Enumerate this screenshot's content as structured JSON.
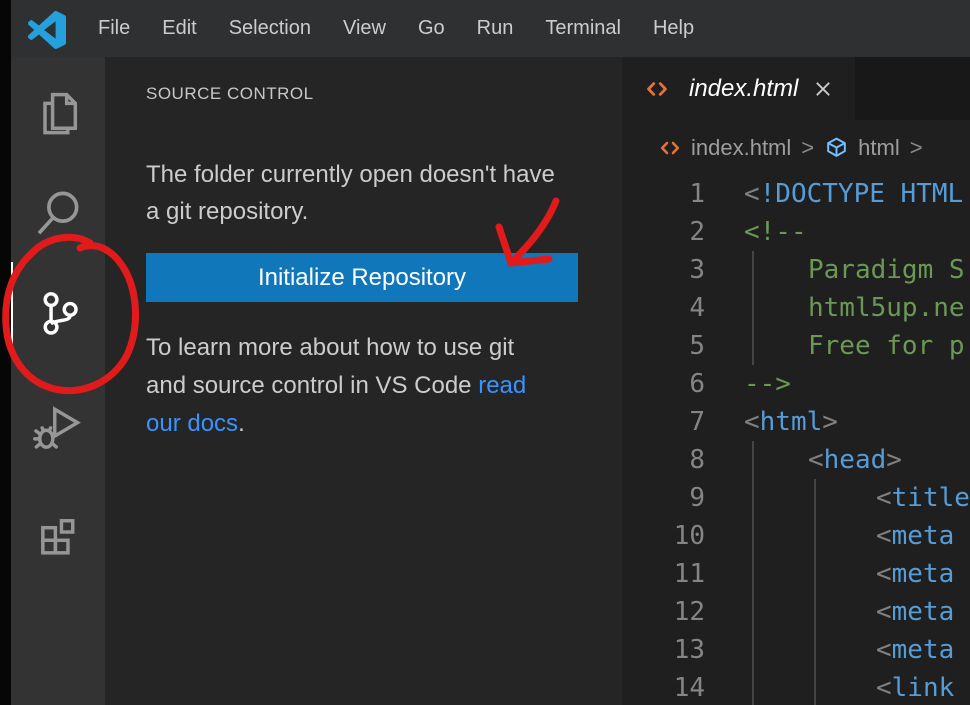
{
  "menu_bar": {
    "items": [
      "File",
      "Edit",
      "Selection",
      "View",
      "Go",
      "Run",
      "Terminal",
      "Help"
    ]
  },
  "activity_bar": {
    "items": [
      "explorer",
      "search",
      "source-control",
      "run-and-debug",
      "extensions"
    ],
    "active_item": "source-control"
  },
  "sidebar": {
    "title": "SOURCE CONTROL",
    "message": "The folder currently open doesn't have a git repository.",
    "init_button_label": "Initialize Repository",
    "docs_text_before": "To learn more about how to use git and source control in VS Code ",
    "docs_link_text": "read our docs",
    "docs_text_after": "."
  },
  "editor": {
    "tab": {
      "label": "index.html"
    },
    "breadcrumb": {
      "file": "index.html",
      "element": "html",
      "separator": ">"
    },
    "code": {
      "lines": [
        {
          "n": "1",
          "indent": 0,
          "tokens": [
            {
              "c": "punct",
              "t": "<"
            },
            {
              "c": "tag",
              "t": "!DOCTYPE HTML"
            }
          ]
        },
        {
          "n": "2",
          "indent": 0,
          "tokens": [
            {
              "c": "comment",
              "t": "<!--"
            }
          ]
        },
        {
          "n": "3",
          "indent": 1,
          "tokens": [
            {
              "c": "comment",
              "t": "Paradigm S"
            }
          ]
        },
        {
          "n": "4",
          "indent": 1,
          "tokens": [
            {
              "c": "comment",
              "t": "html5up.ne"
            }
          ]
        },
        {
          "n": "5",
          "indent": 1,
          "tokens": [
            {
              "c": "comment",
              "t": "Free for p"
            }
          ]
        },
        {
          "n": "6",
          "indent": 0,
          "tokens": [
            {
              "c": "comment",
              "t": "-->"
            }
          ]
        },
        {
          "n": "7",
          "indent": 0,
          "tokens": [
            {
              "c": "punct",
              "t": "<"
            },
            {
              "c": "tag",
              "t": "html"
            },
            {
              "c": "punct",
              "t": ">"
            }
          ]
        },
        {
          "n": "8",
          "indent": 1,
          "tokens": [
            {
              "c": "punct",
              "t": "<"
            },
            {
              "c": "tag",
              "t": "head"
            },
            {
              "c": "punct",
              "t": ">"
            }
          ]
        },
        {
          "n": "9",
          "indent": 2,
          "tokens": [
            {
              "c": "punct",
              "t": "<"
            },
            {
              "c": "tag",
              "t": "title"
            }
          ]
        },
        {
          "n": "10",
          "indent": 2,
          "tokens": [
            {
              "c": "punct",
              "t": "<"
            },
            {
              "c": "tag",
              "t": "meta"
            }
          ]
        },
        {
          "n": "11",
          "indent": 2,
          "tokens": [
            {
              "c": "punct",
              "t": "<"
            },
            {
              "c": "tag",
              "t": "meta"
            }
          ]
        },
        {
          "n": "12",
          "indent": 2,
          "tokens": [
            {
              "c": "punct",
              "t": "<"
            },
            {
              "c": "tag",
              "t": "meta"
            }
          ]
        },
        {
          "n": "13",
          "indent": 2,
          "tokens": [
            {
              "c": "punct",
              "t": "<"
            },
            {
              "c": "tag",
              "t": "meta"
            }
          ]
        },
        {
          "n": "14",
          "indent": 2,
          "tokens": [
            {
              "c": "punct",
              "t": "<"
            },
            {
              "c": "tag",
              "t": "link"
            }
          ]
        }
      ]
    }
  },
  "colors": {
    "button_blue": "#1177bb",
    "link_blue": "#3794ff",
    "annotation_red": "#e11b1b",
    "tag_blue": "#569cd6",
    "comment_green": "#6a9955",
    "punctuation_gray": "#808080",
    "html_icon_orange": "#e8703a",
    "symbol_cube_blue": "#75beff"
  }
}
